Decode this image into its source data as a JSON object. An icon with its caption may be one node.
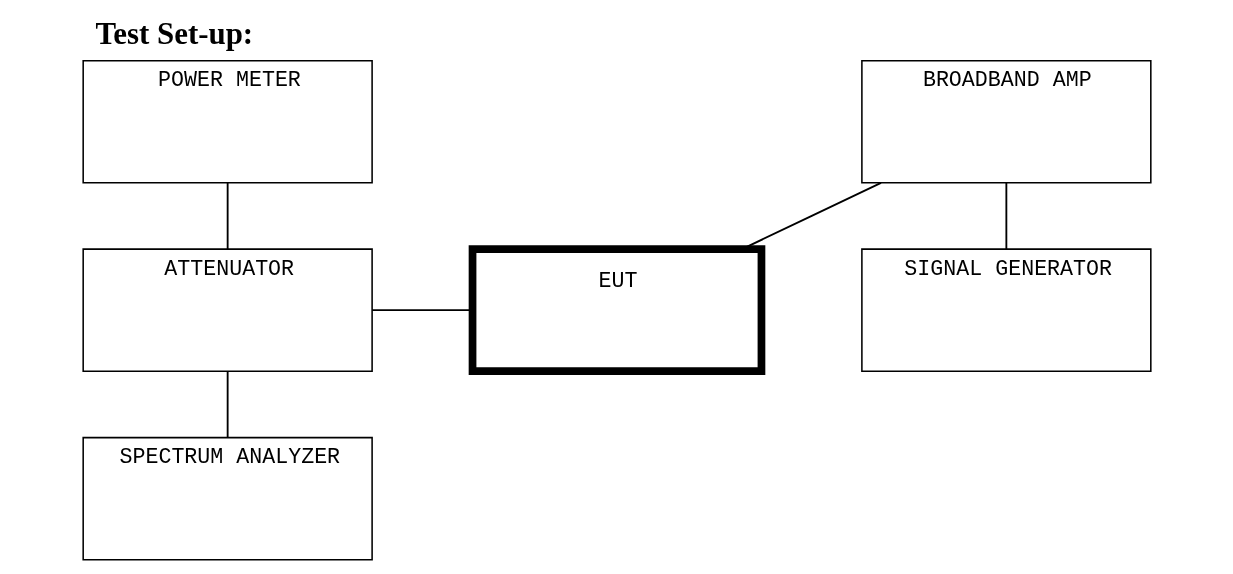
{
  "diagram": {
    "title": "Test Set-up:",
    "nodes": [
      {
        "text": [
          "POWER METER"
        ]
      },
      {
        "text": [
          "BROADBAND AMP"
        ]
      },
      {
        "text": [
          "ATTENUATOR"
        ]
      },
      {
        "text": [
          "EUT"
        ]
      },
      {
        "text": [
          "SIGNAL GENERATOR"
        ]
      },
      {
        "text": [
          "SPECTRUM ANALYZER"
        ]
      }
    ],
    "edges": [
      {
        "from": 0,
        "to": 2,
        "arrow": "none"
      },
      {
        "from": 2,
        "to": 3,
        "arrow": "none"
      },
      {
        "from": 3,
        "to": 1,
        "arrow": "none"
      },
      {
        "from": 1,
        "to": 4,
        "arrow": "none"
      },
      {
        "from": 2,
        "to": 5,
        "arrow": "none"
      }
    ]
  }
}
